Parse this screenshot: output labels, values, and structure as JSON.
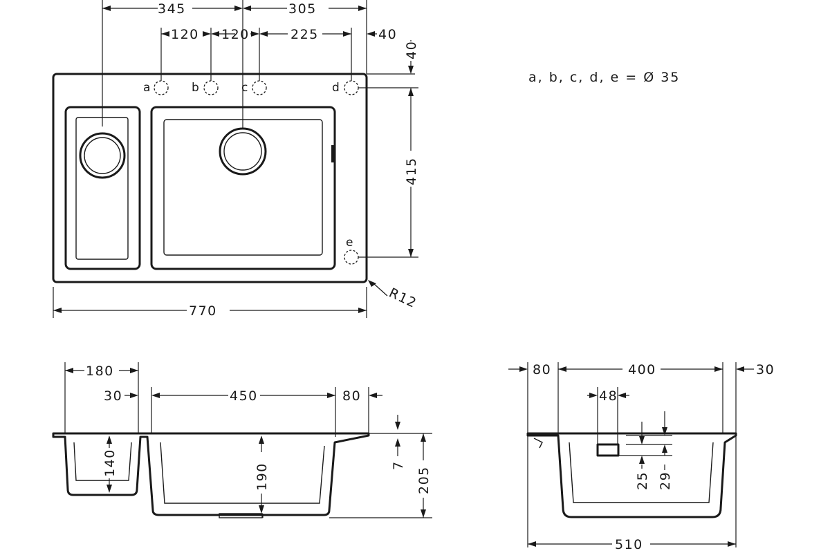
{
  "top_view": {
    "dims": {
      "d345": "345",
      "d305": "305",
      "d120a": "120",
      "d120b": "120",
      "d225": "225",
      "d40h": "40",
      "d40v": "40",
      "d415": "415",
      "d770": "770",
      "r12": "R12"
    },
    "holes": [
      "a",
      "b",
      "c",
      "d",
      "e"
    ]
  },
  "note": "a, b, c, d, e = Ø 35",
  "section_left": {
    "dims": {
      "d180": "180",
      "d30": "30",
      "d450": "450",
      "d80": "80",
      "d140": "140",
      "d190": "190",
      "d7": "7",
      "d205": "205"
    }
  },
  "section_right": {
    "dims": {
      "d80": "80",
      "d400": "400",
      "d30": "30",
      "d48": "48",
      "d25": "25",
      "d29": "29",
      "d510": "510"
    }
  }
}
